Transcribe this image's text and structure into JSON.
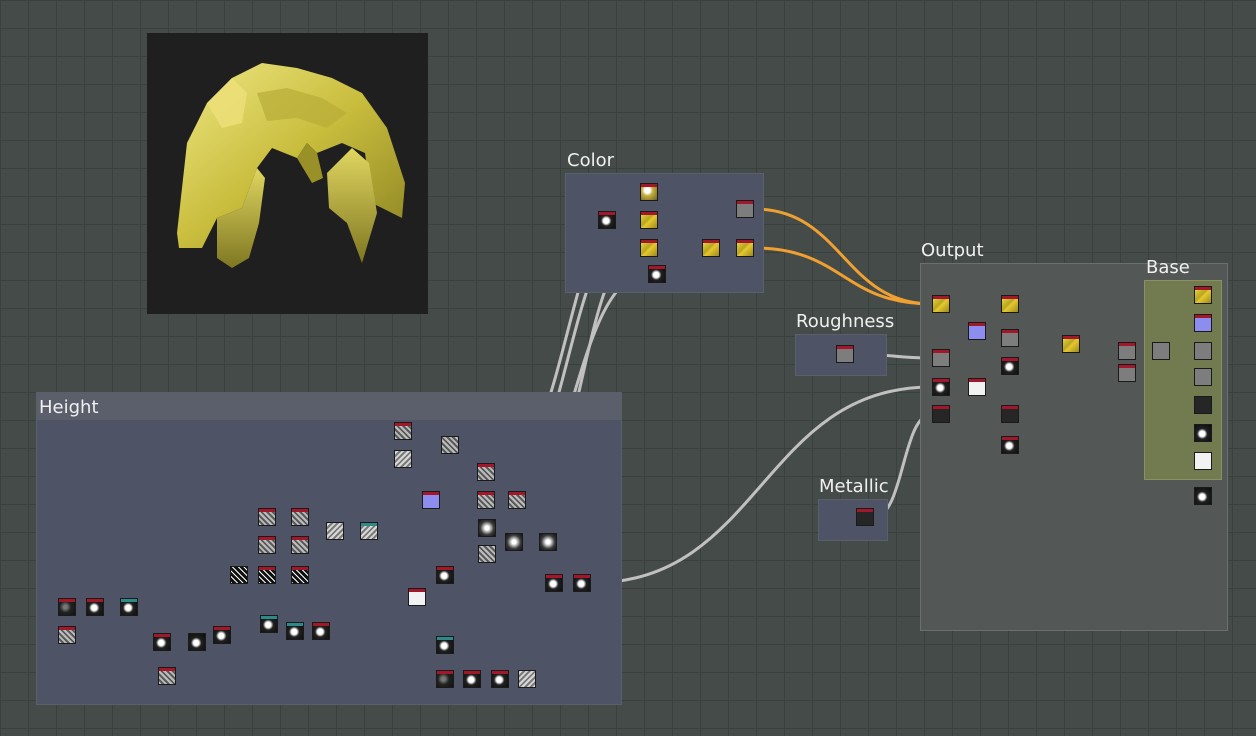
{
  "frames": {
    "color": {
      "title": "Color"
    },
    "output": {
      "title": "Output"
    },
    "base": {
      "title": "Base"
    },
    "roughness": {
      "title": "Roughness"
    },
    "metallic": {
      "title": "Metallic"
    },
    "height": {
      "title": "Height"
    }
  },
  "preview": {
    "name": "3d-preview",
    "material_color": "#d9cf5a"
  },
  "colors": {
    "wire_gray": "#c0c0c0",
    "wire_orange": "#f0a030",
    "node_bar_red": "#a3172a",
    "node_bar_teal": "#2d8a8a",
    "frame_body": "#4e5366",
    "base_frame_body": "#727a4f"
  }
}
